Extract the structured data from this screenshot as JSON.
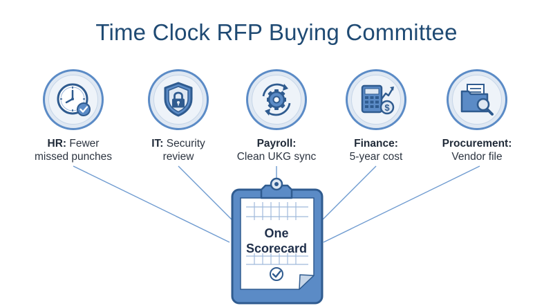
{
  "title": "Time Clock RFP Buying Committee",
  "colors": {
    "title": "#1f4a73",
    "accent": "#5b8bc6",
    "icon_stroke": "#2f5b8f",
    "circle_fill": "#dfe8f3"
  },
  "stakeholders": [
    {
      "role": "HR:",
      "line1": "Fewer",
      "line2": "missed punches",
      "icon": "clock-check-icon"
    },
    {
      "role": "IT:",
      "line1": "Security",
      "line2": "review",
      "icon": "shield-lock-icon"
    },
    {
      "role": "Payroll:",
      "line1": "",
      "line2": "Clean UKG sync",
      "icon": "gear-sync-icon"
    },
    {
      "role": "Finance:",
      "line1": "",
      "line2": "5-year cost",
      "icon": "calculator-dollar-icon"
    },
    {
      "role": "Procurement:",
      "line1": "",
      "line2": "Vendor file",
      "icon": "folder-search-icon"
    }
  ],
  "scorecard": {
    "line1": "One",
    "line2": "Scorecard",
    "icon": "clipboard-scorecard-icon"
  }
}
